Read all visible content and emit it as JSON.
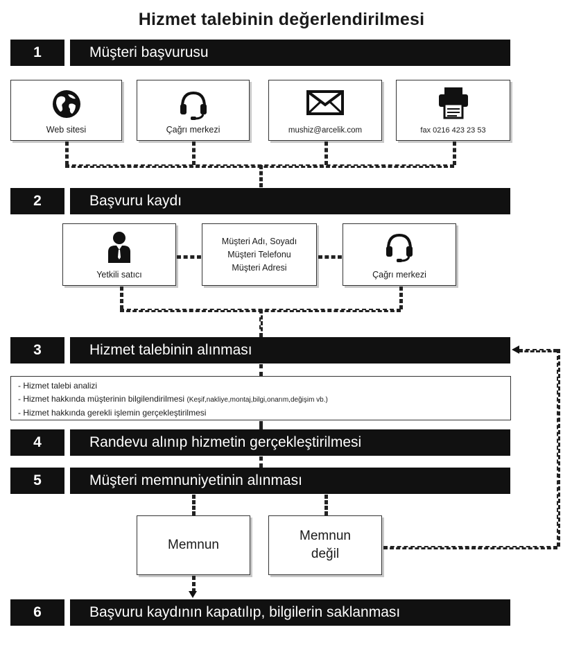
{
  "title": "Hizmet talebinin değerlendirilmesi",
  "steps": [
    {
      "number": "1",
      "label": "Müşteri başvurusu"
    },
    {
      "number": "2",
      "label": "Başvuru kaydı"
    },
    {
      "number": "3",
      "label": "Hizmet talebinin alınması"
    },
    {
      "number": "4",
      "label": "Randevu alınıp hizmetin gerçekleştirilmesi"
    },
    {
      "number": "5",
      "label": "Müşteri memnuniyetinin alınması"
    },
    {
      "number": "6",
      "label": "Başvuru kaydının kapatılıp, bilgilerin saklanması"
    }
  ],
  "channels": [
    {
      "label": "Web sitesi",
      "icon": "globe-icon"
    },
    {
      "label": "Çağrı merkezi",
      "icon": "headset-icon"
    },
    {
      "label": "mushiz@arcelik.com",
      "icon": "envelope-icon"
    },
    {
      "label": "fax 0216 423 23 53",
      "icon": "fax-icon"
    }
  ],
  "registration": {
    "dealer": {
      "label": "Yetkili satıcı",
      "icon": "person-icon"
    },
    "info_lines": [
      "Müşteri Adı, Soyadı",
      "Müşteri Telefonu",
      "Müşteri Adresi"
    ],
    "callcenter": {
      "label": "Çağrı merkezi",
      "icon": "headset-icon"
    }
  },
  "analysis": {
    "lines": [
      "- Hizmet talebi analizi",
      "- Hizmet hakkında müşterinin bilgilendirilmesi",
      "- Hizmet hakkında gerekli işlemin gerçekleştirilmesi"
    ],
    "line2_suffix": "(Keşif,nakliye,montaj,bilgi,onarım,değişim vb.)"
  },
  "satisfaction": {
    "satisfied": "Memnun",
    "not_satisfied_line1": "Memnun",
    "not_satisfied_line2": "değil"
  },
  "colors": {
    "bar": "#111111",
    "card_border": "#333333",
    "shadow": "#c9c9c9"
  }
}
